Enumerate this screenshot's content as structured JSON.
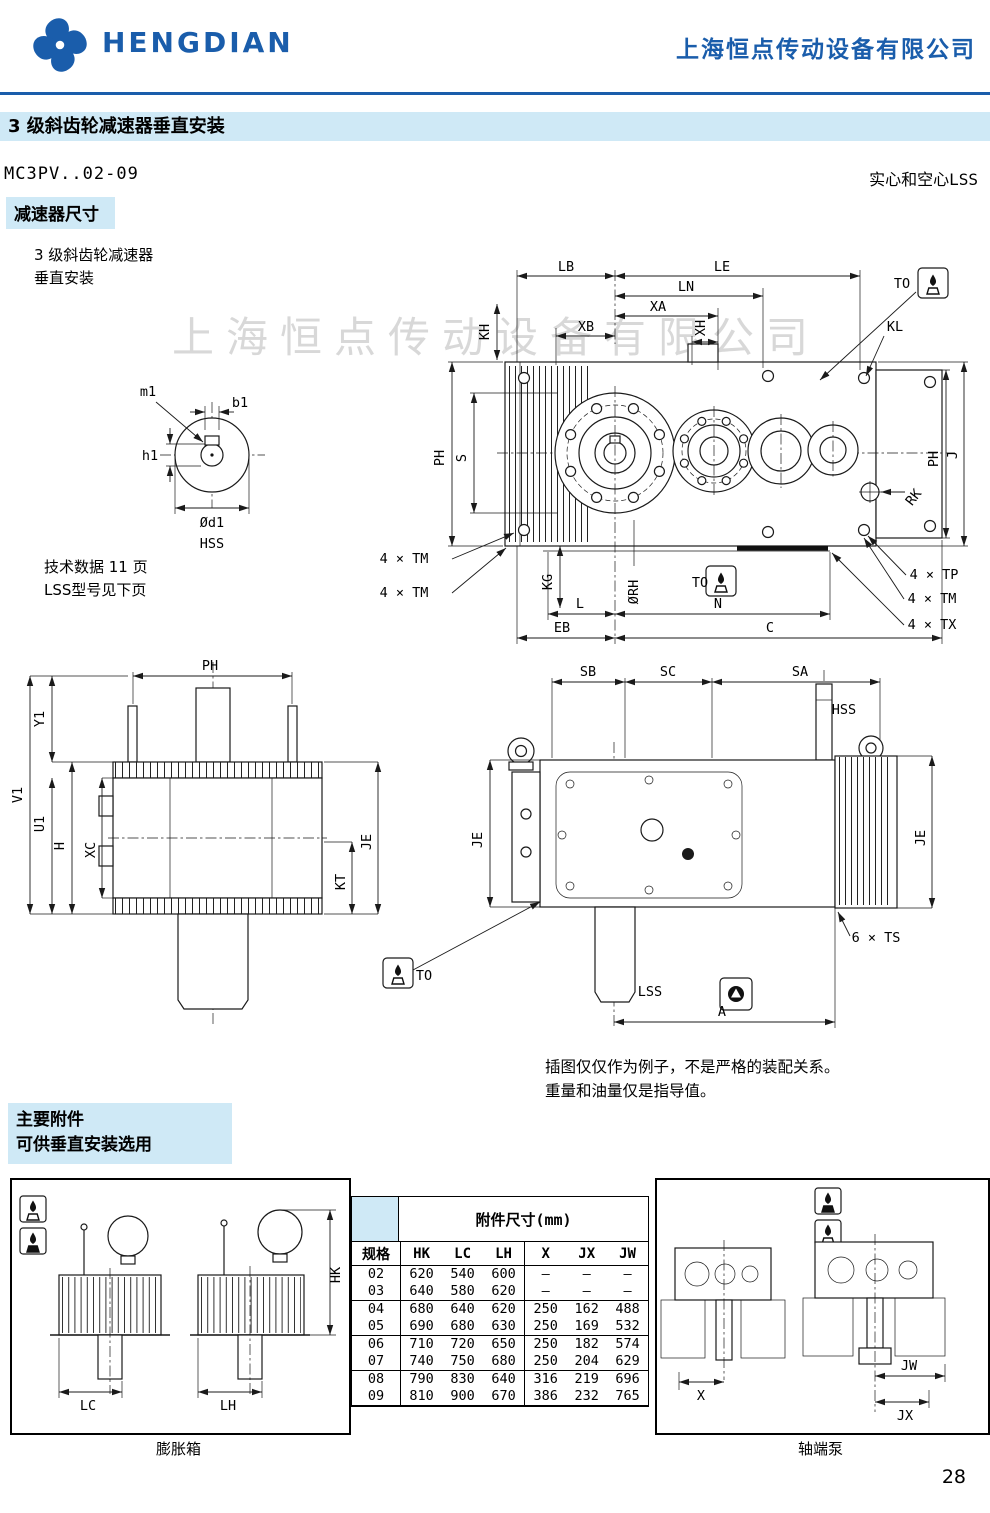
{
  "header": {
    "brand": "HENGDIAN",
    "company": "上海恒点传动设备有限公司"
  },
  "title": "3 级斜齿轮减速器垂直安装",
  "model": "MC3PV..02-09",
  "shaft_type": "实心和空心LSS",
  "section_dimensions": "减速器尺寸",
  "drawing": {
    "caption1": "3 级斜齿轮减速器",
    "caption2": "垂直安装",
    "tech1": "技术数据 11 页",
    "tech2": "LSS型号见下页",
    "watermark": "上海恒点传动设备有限公司",
    "note1": "插图仅仅作为例子，不是严格的装配关系。",
    "note2": "重量和油量仅是指导值。"
  },
  "dims": {
    "LB": "LB",
    "LE": "LE",
    "LN": "LN",
    "XA": "XA",
    "XB": "XB",
    "XH": "XH",
    "KH": "KH",
    "KL": "KL",
    "TO": "TO",
    "PH": "PH",
    "S": "S",
    "J": "J",
    "RK": "RK",
    "KG": "KG",
    "RH": "ØRH",
    "L": "L",
    "N": "N",
    "EB": "EB",
    "C": "C",
    "TM4": "4 × TM",
    "TP4": "4 × TP",
    "TX4": "4 × TX",
    "m1": "m1",
    "b1": "b1",
    "h1": "h1",
    "d1": "Ød1",
    "HSS": "HSS",
    "LSS": "LSS",
    "Y1": "Y1",
    "V1": "V1",
    "U1": "U1",
    "H": "H",
    "XC": "XC",
    "KT": "KT",
    "JE": "JE",
    "SB": "SB",
    "SC": "SC",
    "SA": "SA",
    "TS6": "6 × TS",
    "A": "A",
    "LC": "LC",
    "LH": "LH",
    "HK": "HK",
    "X": "X",
    "JX": "JX",
    "JW": "JW"
  },
  "accessories": {
    "heading1": "主要附件",
    "heading2": "可供垂直安装选用",
    "table_title": "附件尺寸(mm)",
    "col_headers": [
      "规格",
      "HK",
      "LC",
      "LH",
      "X",
      "JX",
      "JW"
    ],
    "rows": [
      [
        "02",
        "620",
        "540",
        "600",
        "–",
        "–",
        "–"
      ],
      [
        "03",
        "640",
        "580",
        "620",
        "–",
        "–",
        "–"
      ],
      [
        "04",
        "680",
        "640",
        "620",
        "250",
        "162",
        "488"
      ],
      [
        "05",
        "690",
        "680",
        "630",
        "250",
        "169",
        "532"
      ],
      [
        "06",
        "710",
        "720",
        "650",
        "250",
        "182",
        "574"
      ],
      [
        "07",
        "740",
        "750",
        "680",
        "250",
        "204",
        "629"
      ],
      [
        "08",
        "790",
        "830",
        "640",
        "316",
        "219",
        "696"
      ],
      [
        "09",
        "810",
        "900",
        "670",
        "386",
        "232",
        "765"
      ]
    ],
    "left_caption": "膨胀箱",
    "right_caption": "轴端泵"
  },
  "page_number": "28",
  "colors": {
    "brand_blue": "#1a5dab",
    "light_blue": "#cfe9f6"
  }
}
